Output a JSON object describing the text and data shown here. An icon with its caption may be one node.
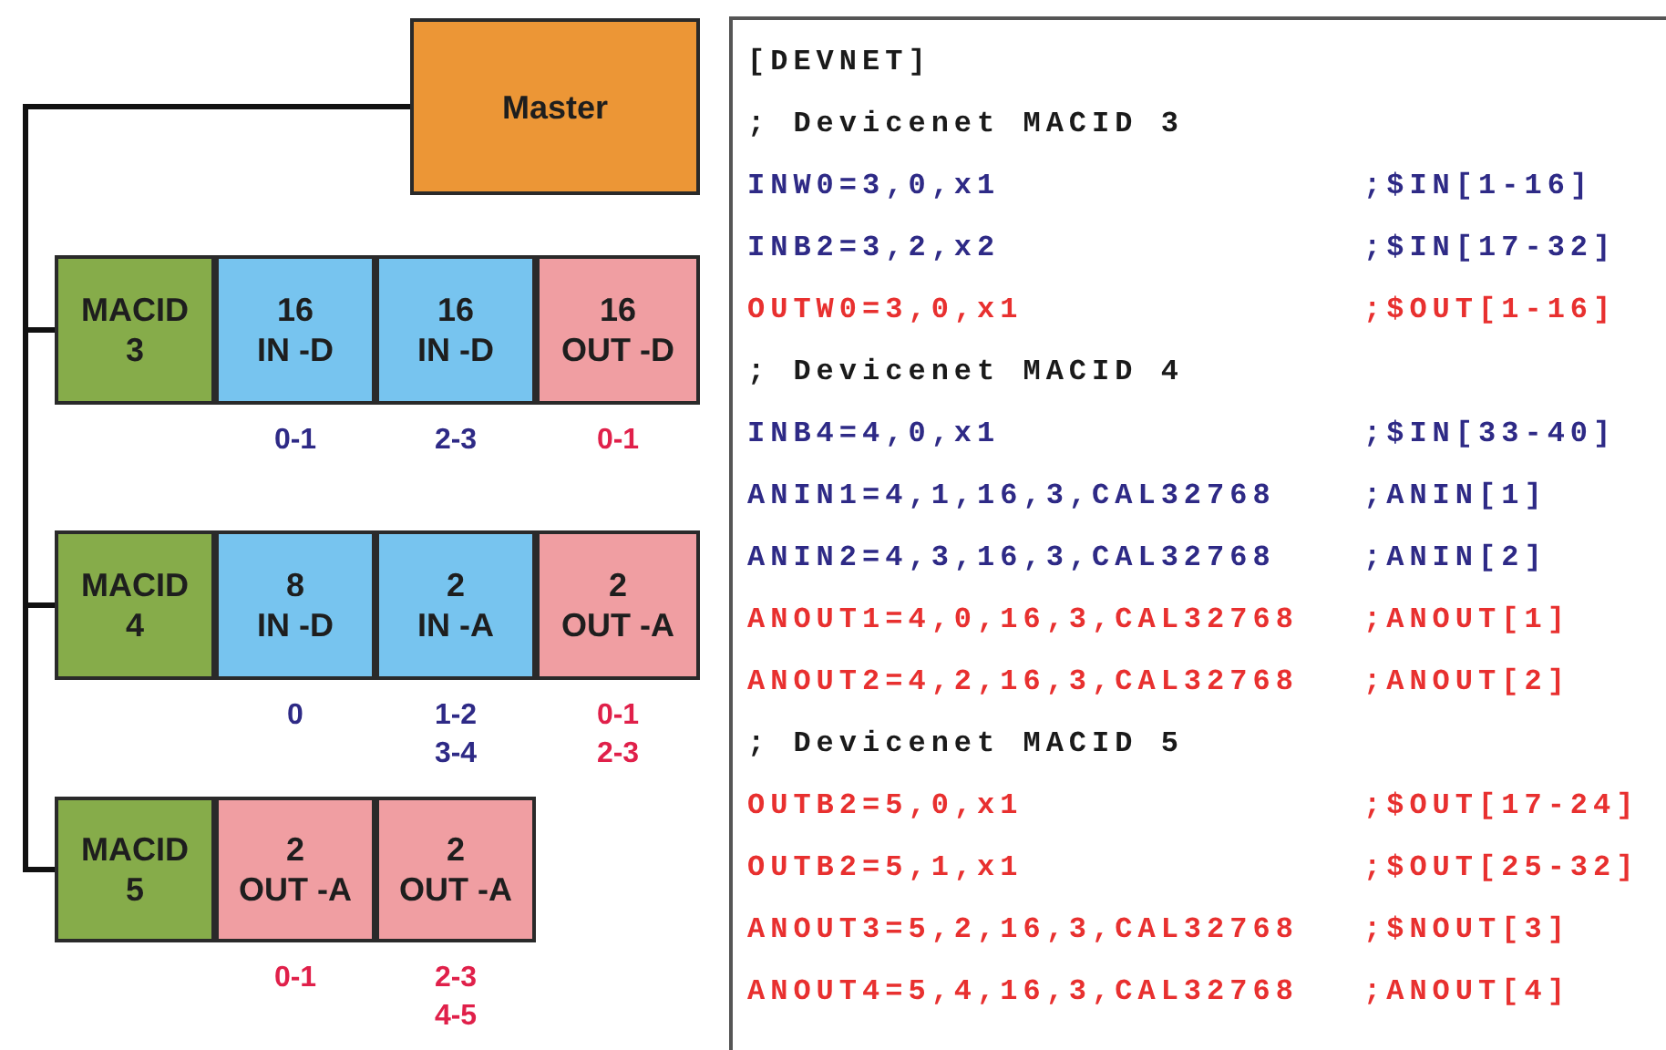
{
  "diagram": {
    "nodes": [
      {
        "text": [
          "Master"
        ]
      },
      {
        "text": [
          "MACID 3"
        ]
      },
      {
        "text": [
          "16 IN -D"
        ],
        "beside": [
          "0-1"
        ]
      },
      {
        "text": [
          "16 IN -D"
        ],
        "beside": [
          "2-3"
        ]
      },
      {
        "text": [
          "16 OUT -D"
        ],
        "beside": [
          "0-1"
        ]
      },
      {
        "text": [
          "MACID 4"
        ]
      },
      {
        "text": [
          "8 IN -D"
        ],
        "beside": [
          "0"
        ]
      },
      {
        "text": [
          "2 IN -A"
        ],
        "beside": [
          "1-2",
          "3-4"
        ]
      },
      {
        "text": [
          "2 OUT -A"
        ],
        "beside": [
          "0-1",
          "2-3"
        ]
      },
      {
        "text": [
          "MACID 5"
        ]
      },
      {
        "text": [
          "2 OUT -A"
        ],
        "beside": [
          "0-1"
        ]
      },
      {
        "text": [
          "2 OUT -A"
        ],
        "beside": [
          "2-3",
          "4-5"
        ]
      }
    ],
    "edges": [
      {
        "from": 0,
        "to": 1,
        "arrow": "none"
      },
      {
        "from": 0,
        "to": 5,
        "arrow": "none"
      },
      {
        "from": 0,
        "to": 9,
        "arrow": "none"
      }
    ],
    "labels": [
      "[DEVNET]",
      "; Devicenet MACID 3",
      "INW0=3,0,x1",
      ";$IN[1-16]",
      "INB2=3,2,x2",
      ";$IN[17-32]",
      "OUTW0=3,0,x1",
      ";$OUT[1-16]",
      "; Devicenet MACID 4",
      "INB4=4,0,x1",
      ";$IN[33-40]",
      "ANIN1=4,1,16,3,CAL32768",
      ";ANIN[1]",
      "ANIN2=4,3,16,3,CAL32768",
      ";ANIN[2]",
      "ANOUT1=4,0,16,3,CAL32768",
      ";ANOUT[1]",
      "ANOUT2=4,2,16,3,CAL32768",
      ";ANOUT[2]",
      "; Devicenet MACID 5",
      "OUTB2=5,0,x1",
      ";$OUT[17-24]",
      "OUTB2=5,1,x1",
      ";$OUT[25-32]",
      "ANOUT3=5,2,16,3,CAL32768",
      ";$NOUT[3]",
      "ANOUT4=5,4,16,3,CAL32768",
      ";ANOUT[4]"
    ]
  }
}
